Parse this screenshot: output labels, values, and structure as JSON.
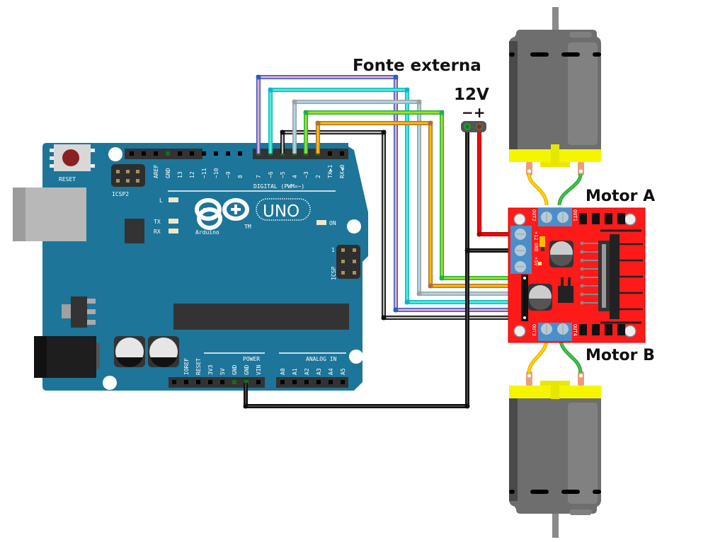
{
  "labels": {
    "external_supply": "Fonte externa",
    "voltage": "12V",
    "polarity": "−+",
    "motor_a": "Motor A",
    "motor_b": "Motor B"
  },
  "arduino": {
    "reset_label": "RESET",
    "icsp2_label": "ICSP2",
    "icsp_label": "ICSP",
    "icsp_pin1": "1",
    "brand": "Arduino",
    "tm": "TM",
    "model": "UNO",
    "led_l": "L",
    "led_tx": "TX",
    "led_rx": "RX",
    "led_on": "ON",
    "digital_label": "DIGITAL (PWM=~)",
    "power_label": "POWER",
    "analog_label": "ANALOG IN",
    "top_pins": [
      "AREF",
      "GND",
      "13",
      "12",
      "~11",
      "~10",
      "~9",
      "8",
      "7",
      "~6",
      "~5",
      "4",
      "~3",
      "2",
      "TX▶1",
      "RX◀0"
    ],
    "power_pins": [
      "IOREF",
      "RESET",
      "3V3",
      "5V",
      "GND",
      "GND",
      "VIN"
    ],
    "analog_pins": [
      "A0",
      "A1",
      "A2",
      "A3",
      "A4",
      "A5"
    ]
  },
  "driver": {
    "out1": "OUT1",
    "out2": "OUT2",
    "out3": "OUT3",
    "out4": "OUT4",
    "v12": "+12",
    "gnd": "GND",
    "v5": "+5V"
  },
  "colors": {
    "board": "#1d7599",
    "driver": "#ff1a1a",
    "terminal": "#4a8fc9",
    "motor_body": "#6b6b6b",
    "motor_band": "#f5f500",
    "wire_red": "#ff0000",
    "wire_black": "#222222"
  },
  "connections": [
    {
      "from": "Arduino pin 7",
      "to": "L298N IN4",
      "color": "pink"
    },
    {
      "from": "Arduino pin 6",
      "to": "L298N IN3",
      "color": "cyan"
    },
    {
      "from": "Arduino pin 5",
      "to": "L298N ENB",
      "color": "gray"
    },
    {
      "from": "Arduino pin 4",
      "to": "L298N IN2",
      "color": "light-blue"
    },
    {
      "from": "Arduino pin 3",
      "to": "L298N IN1",
      "color": "green"
    },
    {
      "from": "Arduino pin 2",
      "to": "L298N ENA",
      "color": "orange"
    },
    {
      "from": "Supply +",
      "to": "L298N +12",
      "color": "red"
    },
    {
      "from": "Supply -",
      "to": "L298N GND",
      "color": "black"
    },
    {
      "from": "Arduino GND",
      "to": "L298N GND",
      "color": "black"
    }
  ]
}
